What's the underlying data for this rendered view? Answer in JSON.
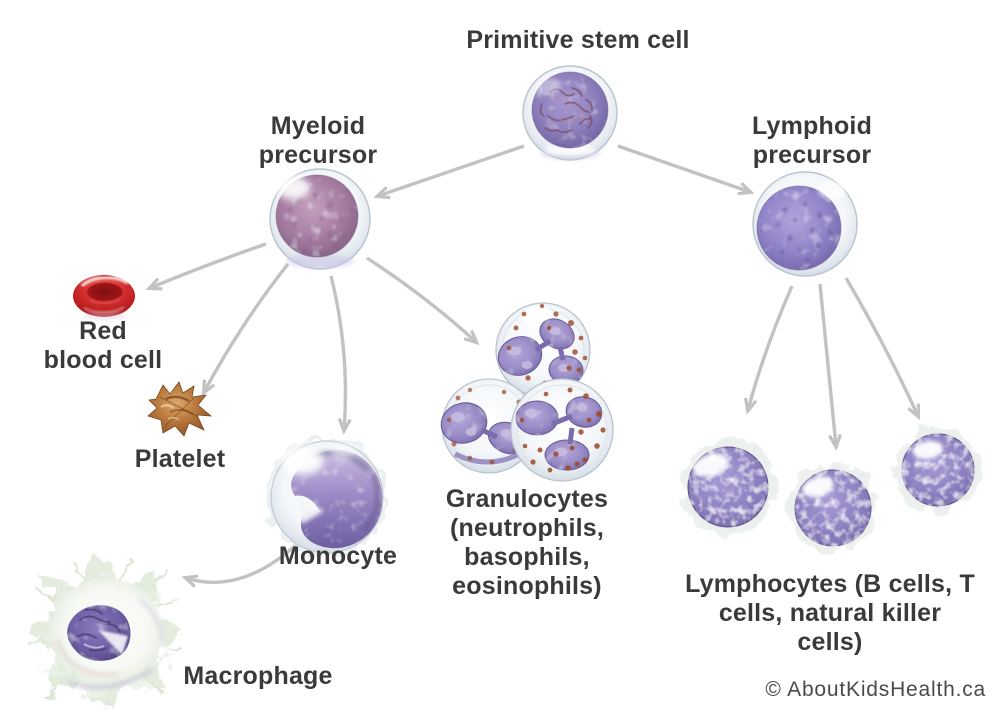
{
  "diagram": {
    "title": "Primitive stem cell",
    "nodes": [
      {
        "id": "primitive-stem-cell",
        "label": "Primitive stem cell"
      },
      {
        "id": "myeloid-precursor",
        "label": "Myeloid\nprecursor"
      },
      {
        "id": "lymphoid-precursor",
        "label": "Lymphoid\nprecursor"
      },
      {
        "id": "red-blood-cell",
        "label": "Red\nblood cell"
      },
      {
        "id": "platelet",
        "label": "Platelet"
      },
      {
        "id": "monocyte",
        "label": "Monocyte"
      },
      {
        "id": "granulocytes",
        "label": "Granulocytes\n(neutrophils,\nbasophils,\neosinophils)"
      },
      {
        "id": "macrophage",
        "label": "Macrophage"
      },
      {
        "id": "lymphocytes",
        "label": "Lymphocytes (B cells, T\ncells, natural killer\ncells)"
      }
    ],
    "edges": [
      {
        "from": "primitive-stem-cell",
        "to": "myeloid-precursor"
      },
      {
        "from": "primitive-stem-cell",
        "to": "lymphoid-precursor"
      },
      {
        "from": "myeloid-precursor",
        "to": "red-blood-cell"
      },
      {
        "from": "myeloid-precursor",
        "to": "platelet"
      },
      {
        "from": "myeloid-precursor",
        "to": "monocyte"
      },
      {
        "from": "myeloid-precursor",
        "to": "granulocytes"
      },
      {
        "from": "monocyte",
        "to": "macrophage"
      },
      {
        "from": "lymphoid-precursor",
        "to": "lymphocyte-1"
      },
      {
        "from": "lymphoid-precursor",
        "to": "lymphocyte-2"
      },
      {
        "from": "lymphoid-precursor",
        "to": "lymphocyte-3"
      }
    ],
    "colors": {
      "arrow": "#c2c2c2",
      "label": "#3a3a3a",
      "cell_purple": "#8f81bd",
      "cell_mauve": "#a87fa4",
      "rbc_red": "#c5201f",
      "platelet_orange": "#c07a3f"
    }
  },
  "attribution": "© AboutKidsHealth.ca"
}
